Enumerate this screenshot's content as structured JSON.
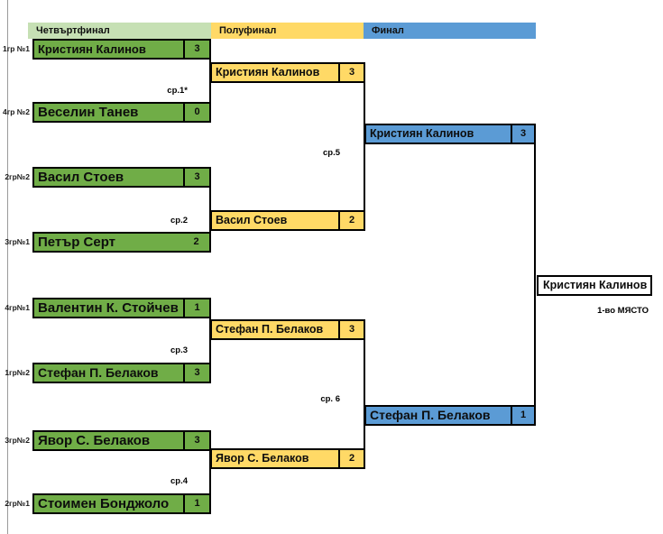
{
  "headers": {
    "quarterfinal": "Четвъртфинал",
    "semifinal": "Полуфинал",
    "final": "Финал"
  },
  "colors": {
    "qf_header": "#c6e0b4",
    "sf_header": "#ffd966",
    "final_header": "#5b9bd5",
    "qf_box": "#70ad47",
    "sf_box": "#ffd966",
    "final_box": "#5b9bd5",
    "winner_box": "#ffffff",
    "border": "#000000",
    "gridline": "#9a9a9a"
  },
  "seeds": [
    "1гр №1",
    "4гр №2",
    "2гр№2",
    "3гр№1",
    "4гр№1",
    "1гр№2",
    "3гр№2",
    "2гр№1"
  ],
  "matches": {
    "qf": [
      {
        "label": "ср.1*",
        "p1": {
          "name": "Кристиян Калинов",
          "score": "3"
        },
        "p2": {
          "name": "Веселин Танев",
          "score": "0"
        }
      },
      {
        "label": "ср.2",
        "p1": {
          "name": "Васил Стоев",
          "score": "3"
        },
        "p2": {
          "name": "Петър Серт",
          "score": "2"
        }
      },
      {
        "label": "ср.3",
        "p1": {
          "name": "Валентин К. Стойчев",
          "score": "1"
        },
        "p2": {
          "name": "Стефан П. Белаков",
          "score": "3"
        }
      },
      {
        "label": "ср.4",
        "p1": {
          "name": "Явор С. Белаков",
          "score": "3"
        },
        "p2": {
          "name": "Стоимен Бонджоло",
          "score": "1"
        }
      }
    ],
    "sf": [
      {
        "label": "ср.5",
        "p1": {
          "name": "Кристиян Калинов",
          "score": "3"
        },
        "p2": {
          "name": "Васил Стоев",
          "score": "2"
        }
      },
      {
        "label": "ср. 6",
        "p1": {
          "name": "Стефан П. Белаков",
          "score": "3"
        },
        "p2": {
          "name": "Явор С. Белаков",
          "score": "2"
        }
      }
    ],
    "final": [
      {
        "p1": {
          "name": "Кристиян Калинов",
          "score": "3"
        },
        "p2": {
          "name": "Стефан П. Белаков",
          "score": "1"
        }
      }
    ]
  },
  "winner": {
    "name": "Кристиян Калинов",
    "caption": "1-во МЯСТО"
  }
}
